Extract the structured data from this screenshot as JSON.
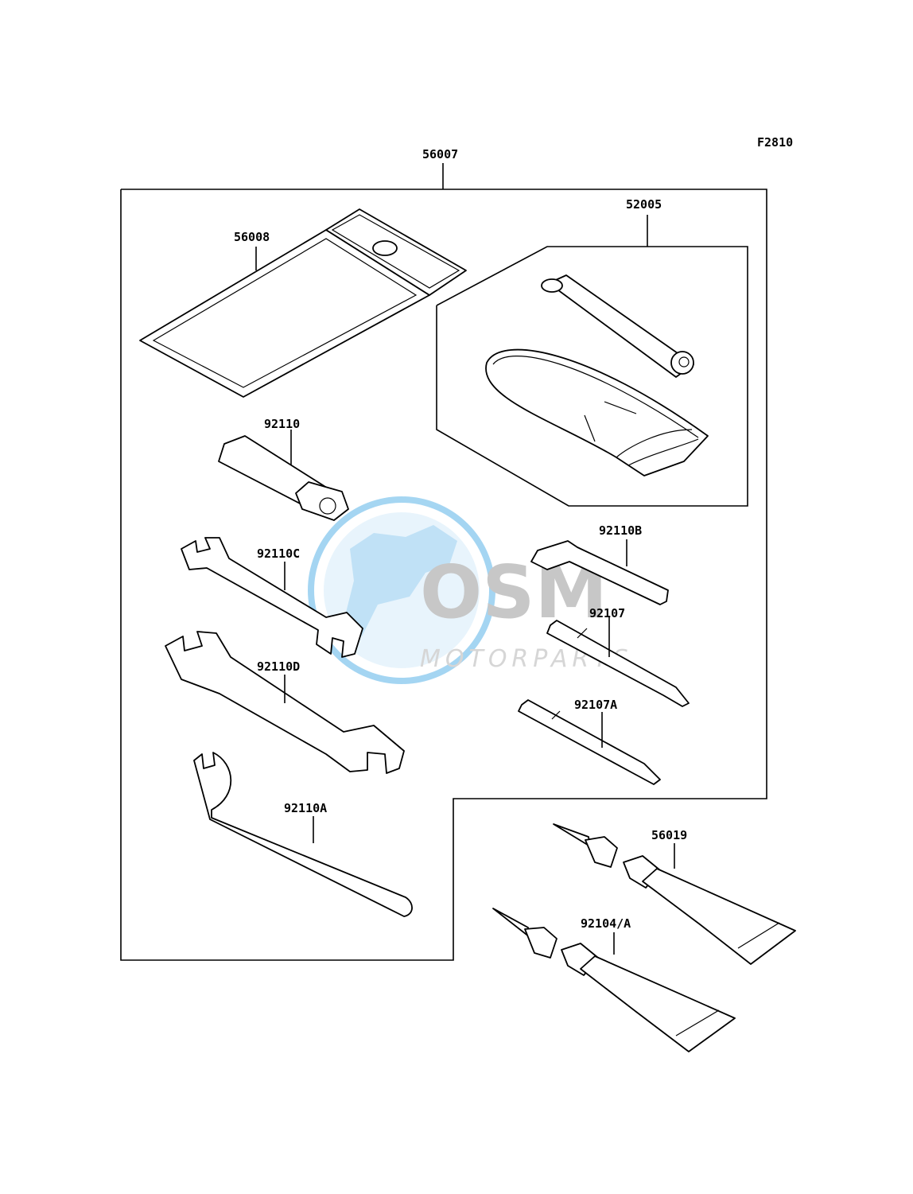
{
  "figure_code": "F2810",
  "parts": {
    "p56007": "56007",
    "p56008": "56008",
    "p52005": "52005",
    "p92110": "92110",
    "p92110C": "92110C",
    "p92110B": "92110B",
    "p92107": "92107",
    "p92110D": "92110D",
    "p92107A": "92107A",
    "p92110A": "92110A",
    "p56019": "56019",
    "p92104A": "92104/A"
  },
  "watermark": {
    "logo_letters": "OSM",
    "tagline": "MOTORPARTS",
    "color_globe": "#5bb4e8",
    "color_letters": "#9a9a9a"
  }
}
